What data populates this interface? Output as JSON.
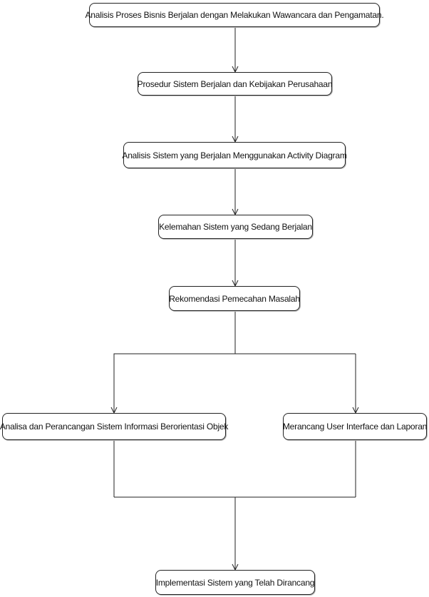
{
  "diagram": {
    "steps": [
      {
        "id": "step-1",
        "label": "Analisis Proses Bisnis Berjalan dengan Melakukan Wawancara dan Pengamatan."
      },
      {
        "id": "step-2",
        "label": "Prosedur Sistem Berjalan dan Kebijakan Perusahaan"
      },
      {
        "id": "step-3",
        "label": "Analisis Sistem yang Berjalan Menggunakan Activity Diagram"
      },
      {
        "id": "step-4",
        "label": "Kelemahan Sistem yang Sedang Berjalan"
      },
      {
        "id": "step-5",
        "label": "Rekomendasi Pemecahan Masalah"
      },
      {
        "id": "step-6a",
        "label": "Analisa dan Perancangan Sistem Informasi Berorientasi Objek"
      },
      {
        "id": "step-6b",
        "label": "Merancang User Interface dan Laporan"
      },
      {
        "id": "step-7",
        "label": "Implementasi Sistem yang Telah Dirancang"
      }
    ],
    "colors": {
      "line": "#222222",
      "box_border": "#222222",
      "background": "#ffffff"
    }
  }
}
